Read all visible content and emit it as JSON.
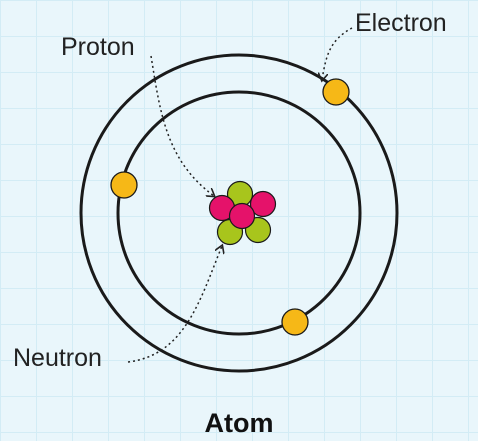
{
  "diagram": {
    "title": "Atom",
    "labels": {
      "proton": "Proton",
      "electron": "Electron",
      "neutron": "Neutron"
    },
    "colors": {
      "background": "#e9f6fb",
      "grid": "#d3ecf5",
      "orbit": "#1a1a1a",
      "electron": "#f6b817",
      "proton": "#e5126a",
      "neutron": "#a8c51c"
    },
    "counts": {
      "electrons": 3,
      "protons": 3,
      "neutrons": 3,
      "orbits": 2
    }
  }
}
